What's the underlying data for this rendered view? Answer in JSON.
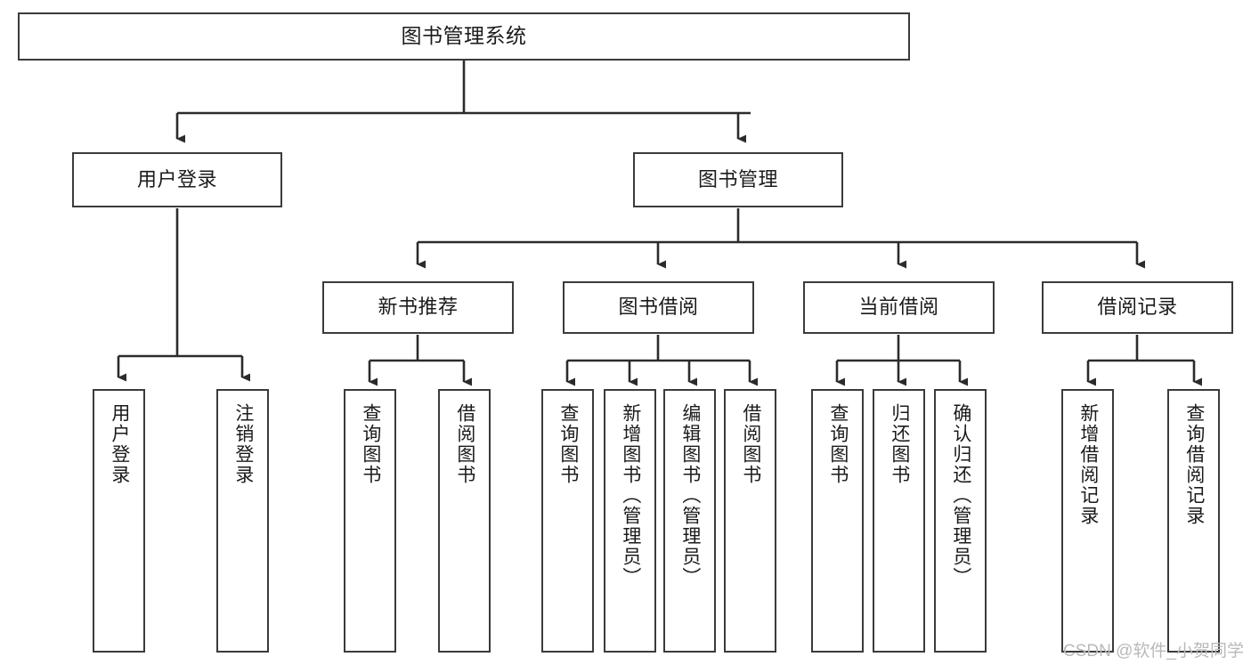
{
  "diagram": {
    "type": "tree-hierarchy",
    "title": "图书管理系统",
    "watermark": "CSDN @软件_小贺同学",
    "colors": {
      "box_border": "#3b3b3b",
      "box_fill": "#ffffff",
      "edge": "#2b2b2b",
      "text": "#1b1b1b",
      "watermark": "#b9b9b9",
      "background": "#ffffff"
    },
    "nodes": {
      "root": {
        "label": "图书管理系统"
      },
      "level2": [
        {
          "id": "user-login",
          "label": "用户登录"
        },
        {
          "id": "book-manage",
          "label": "图书管理"
        }
      ],
      "level3": [
        {
          "id": "new-book-recommend",
          "label": "新书推荐"
        },
        {
          "id": "book-borrow",
          "label": "图书借阅"
        },
        {
          "id": "current-borrow",
          "label": "当前借阅"
        },
        {
          "id": "borrow-record",
          "label": "借阅记录"
        }
      ],
      "leaves": [
        {
          "id": "leaf-user-login",
          "label": "用户登录",
          "parent": "user-login"
        },
        {
          "id": "leaf-logout",
          "label": "注销登录",
          "parent": "user-login"
        },
        {
          "id": "leaf-query-book-1",
          "label": "查询图书",
          "parent": "new-book-recommend"
        },
        {
          "id": "leaf-borrow-book-1",
          "label": "借阅图书",
          "parent": "new-book-recommend"
        },
        {
          "id": "leaf-query-book-2",
          "label": "查询图书",
          "parent": "book-borrow"
        },
        {
          "id": "leaf-add-book",
          "label": "新增图书（管理员）",
          "parent": "book-borrow"
        },
        {
          "id": "leaf-edit-book",
          "label": "编辑图书（管理员）",
          "parent": "book-borrow"
        },
        {
          "id": "leaf-borrow-book-2",
          "label": "借阅图书",
          "parent": "book-borrow"
        },
        {
          "id": "leaf-query-book-3",
          "label": "查询图书",
          "parent": "current-borrow"
        },
        {
          "id": "leaf-return-book",
          "label": "归还图书",
          "parent": "current-borrow"
        },
        {
          "id": "leaf-confirm-return",
          "label": "确认归还（管理员）",
          "parent": "current-borrow"
        },
        {
          "id": "leaf-add-record",
          "label": "新增借阅记录",
          "parent": "borrow-record"
        },
        {
          "id": "leaf-query-record",
          "label": "查询借阅记录",
          "parent": "borrow-record"
        }
      ]
    }
  }
}
